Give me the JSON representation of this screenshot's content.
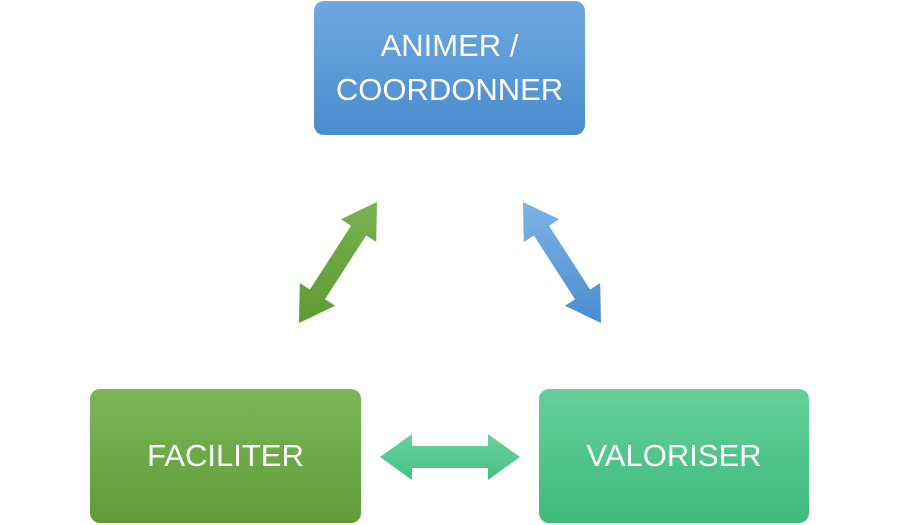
{
  "nodes": {
    "top": {
      "line1": "ANIMER /",
      "line2": "COORDONNER",
      "gradient": [
        "#6ea8e0",
        "#4a8ccf"
      ]
    },
    "left": {
      "label": "FACILITER",
      "gradient": [
        "#7db659",
        "#5f9c38"
      ]
    },
    "right": {
      "label": "VALORISER",
      "gradient": [
        "#66d09c",
        "#3dba7c"
      ]
    }
  },
  "colors": {
    "arrow_left_diagonal": [
      "#7ab24f",
      "#5e9a35"
    ],
    "arrow_right_diagonal": [
      "#74aee3",
      "#4a8ccf"
    ],
    "arrow_horizontal": [
      "#6ad1a0",
      "#45c184"
    ]
  }
}
